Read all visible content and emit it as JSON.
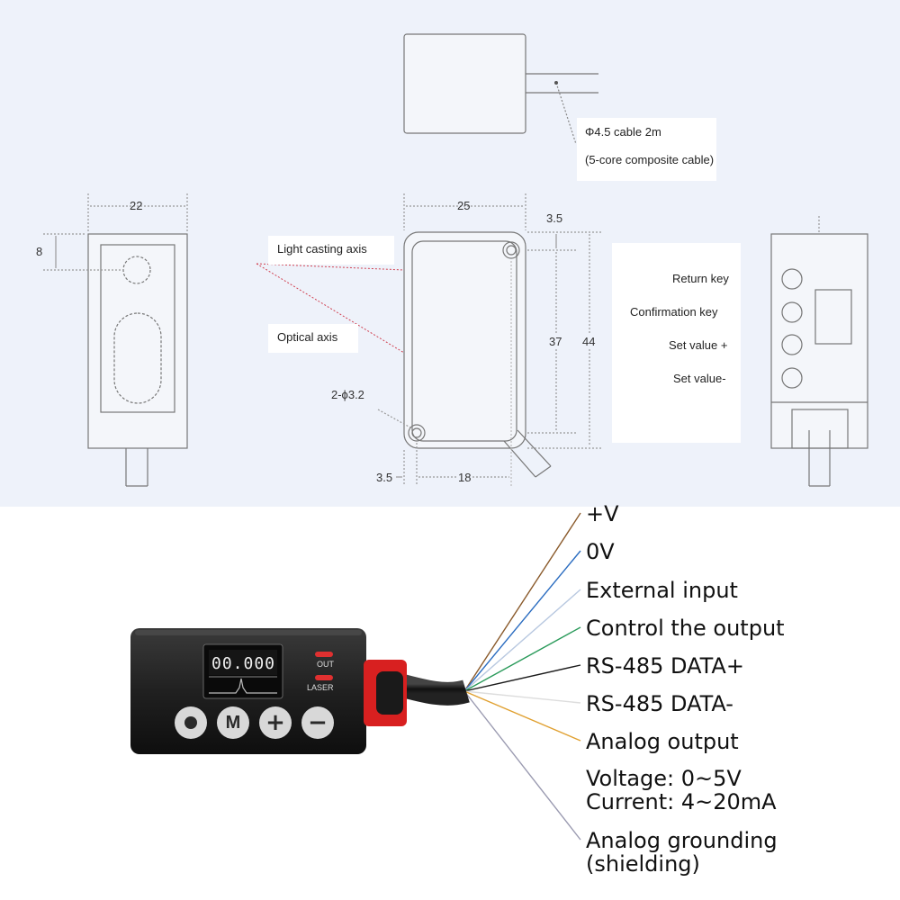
{
  "drawing": {
    "cable_label": "Φ4.5 cable 2m",
    "cable_sublabel": "(5-core composite cable)",
    "width_22": "22",
    "height_8": "8",
    "width_25": "25",
    "offset_3_5_top": "3.5",
    "height_37": "37",
    "height_44": "44",
    "hole_label": "2-ϕ3.2",
    "offset_3_5_bottom": "3.5",
    "width_18": "18",
    "light_casting_axis": "Light casting axis",
    "optical_axis": "Optical axis",
    "return_key": "Return key",
    "confirmation_key": "Confirmation key",
    "set_value_plus": "Set value +",
    "set_value_minus": "Set value-"
  },
  "device": {
    "display_value": "00.000",
    "out_label": "OUT",
    "laser_label": "LASER",
    "btn_m": "M",
    "btn_plus": "+",
    "btn_minus": "−"
  },
  "wires": [
    {
      "label": "+V",
      "color": "#8a5a2b"
    },
    {
      "label": "0V",
      "color": "#2a6cc0"
    },
    {
      "label": "External input",
      "color": "#b8c8e0"
    },
    {
      "label": "Control the output",
      "color": "#2a9a5a"
    },
    {
      "label": "RS-485 DATA+",
      "color": "#1a1a1a"
    },
    {
      "label": "RS-485 DATA-",
      "color": "#dddddd"
    },
    {
      "label": "Analog output",
      "color": "#e0a030"
    },
    {
      "label": "Voltage: 0~5V",
      "color": ""
    },
    {
      "label": "Current: 4~20mA",
      "color": ""
    },
    {
      "label": "Analog grounding",
      "color": "#9a9ab0"
    },
    {
      "label": "(shielding)",
      "color": ""
    }
  ]
}
